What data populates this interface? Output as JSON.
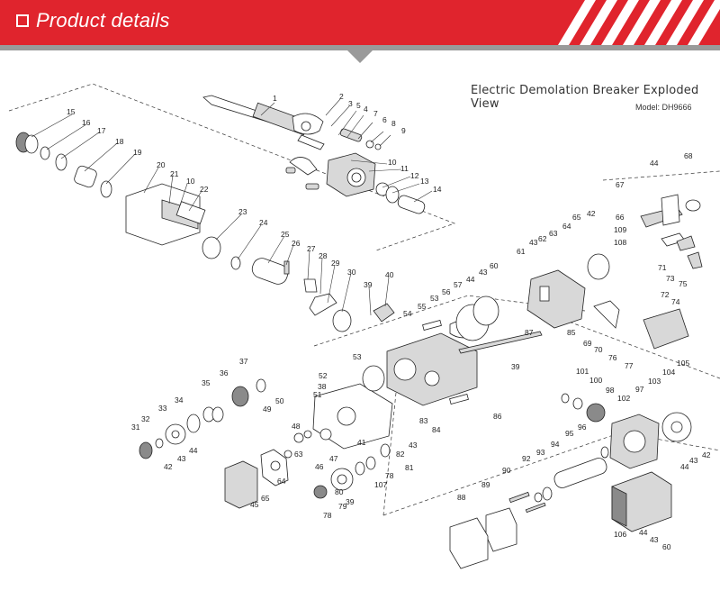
{
  "banner": {
    "title": "Product details"
  },
  "diagram": {
    "heading": "Electric Demolation Breaker Exploded View",
    "model": "Model: DH9666"
  },
  "colors": {
    "accent": "#e0242d",
    "line": "#333333",
    "divider": "#9a9a9a"
  },
  "icons": {
    "banner_mark": "square-outline-icon",
    "pointer": "triangle-down-icon"
  },
  "parts": [
    "1",
    "2",
    "3",
    "4",
    "5",
    "6",
    "7",
    "8",
    "9",
    "10",
    "11",
    "12",
    "13",
    "14",
    "15",
    "16",
    "17",
    "18",
    "19",
    "20",
    "21",
    "10",
    "22",
    "23",
    "24",
    "25",
    "26",
    "27",
    "28",
    "29",
    "30",
    "40",
    "39",
    "53",
    "54",
    "55",
    "56",
    "57",
    "44",
    "43",
    "60",
    "61",
    "62",
    "63",
    "64",
    "65",
    "43",
    "42",
    "44",
    "67",
    "68",
    "66",
    "109",
    "108",
    "71",
    "73",
    "75",
    "72",
    "74",
    "69",
    "70",
    "76",
    "77",
    "87",
    "39",
    "85",
    "86",
    "83",
    "84",
    "43",
    "82",
    "53",
    "52",
    "38",
    "51",
    "37",
    "36",
    "35",
    "34",
    "33",
    "32",
    "31",
    "50",
    "49",
    "48",
    "47",
    "46",
    "41",
    "63",
    "64",
    "65",
    "45",
    "42",
    "43",
    "44",
    "78",
    "79",
    "80",
    "39",
    "107",
    "81",
    "78",
    "101",
    "100",
    "98",
    "97",
    "103",
    "104",
    "105",
    "102",
    "96",
    "95",
    "94",
    "93",
    "92",
    "90",
    "89",
    "88",
    "106",
    "44",
    "43",
    "60",
    "42",
    "43",
    "44"
  ]
}
